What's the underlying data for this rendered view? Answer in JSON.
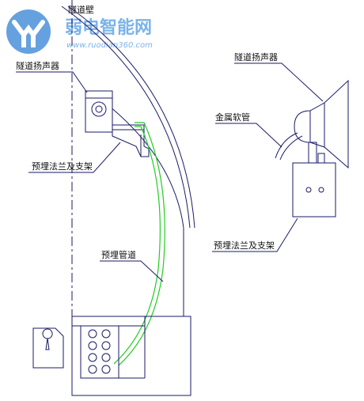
{
  "watermark": {
    "title": "弱电智能网",
    "url": "www.ruodian360.com",
    "logo_color": "#4a90d9",
    "text_color": "#7bb3e8"
  },
  "labels": {
    "tunnel_wall": "隧道壁",
    "speaker_left": "隧道扬声器",
    "bracket_left": "预埋法兰及支架",
    "conduit": "预埋管道",
    "speaker_right": "隧道扬声器",
    "hose": "金属软管",
    "bracket_right": "预埋法兰及支架"
  },
  "colors": {
    "line": "#1a1a6a",
    "conduit": "#22cc22",
    "label": "#111111"
  }
}
